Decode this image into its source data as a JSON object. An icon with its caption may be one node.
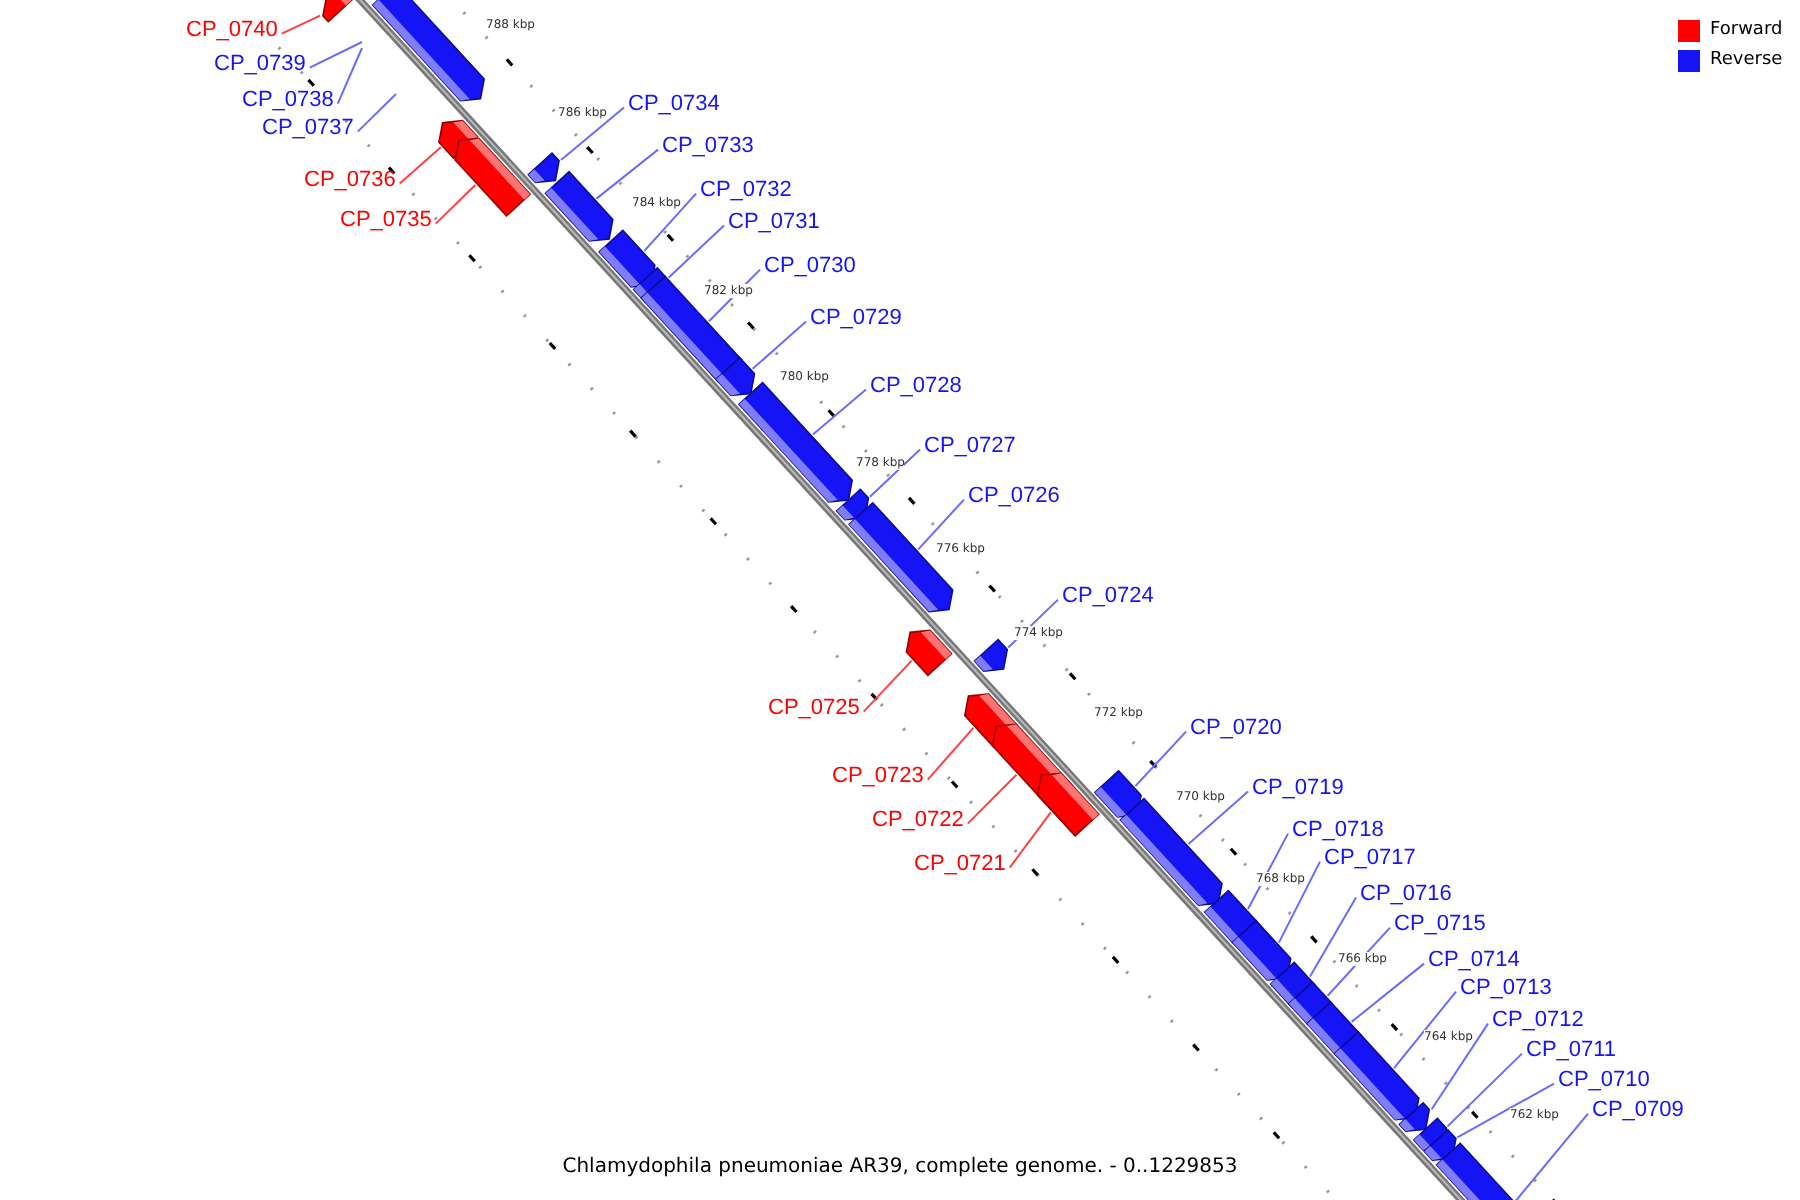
{
  "diagram": {
    "caption": "Chlamydophila pneumoniae AR39, complete genome. - 0..1229853",
    "nodes": [
      {
        "text": [
          "CP_0740"
        ]
      },
      {
        "text": [],
        "shape": "bar"
      },
      {
        "text": [
          "CP_0739"
        ]
      },
      {
        "text": [
          "CP_0738"
        ]
      },
      {
        "text": [
          "CP_0737"
        ]
      },
      {
        "text": [],
        "shape": "bar"
      },
      {
        "text": [
          "CP_0736"
        ]
      },
      {
        "text": [],
        "shape": "bar"
      },
      {
        "text": [
          "CP_0735"
        ]
      },
      {
        "text": [],
        "shape": "bar"
      },
      {
        "text": [
          "CP_0734"
        ]
      },
      {
        "text": [],
        "shape": "bar"
      },
      {
        "text": [
          "CP_0733"
        ]
      },
      {
        "text": [],
        "shape": "bar"
      },
      {
        "text": [
          "CP_0732"
        ]
      },
      {
        "text": [],
        "shape": "bar"
      },
      {
        "text": [
          "CP_0731"
        ]
      },
      {
        "text": [],
        "shape": "bar"
      },
      {
        "text": [
          "CP_0730"
        ]
      },
      {
        "text": [],
        "shape": "bar"
      },
      {
        "text": [
          "CP_0729"
        ]
      },
      {
        "text": [],
        "shape": "bar"
      },
      {
        "text": [
          "CP_0728"
        ]
      },
      {
        "text": [],
        "shape": "bar"
      },
      {
        "text": [
          "CP_0727"
        ]
      },
      {
        "text": [],
        "shape": "bar"
      },
      {
        "text": [
          "CP_0726"
        ]
      },
      {
        "text": [],
        "shape": "bar"
      },
      {
        "text": [
          "CP_0724"
        ]
      },
      {
        "text": [],
        "shape": "bar"
      },
      {
        "text": [
          "CP_0725"
        ]
      },
      {
        "text": [],
        "shape": "bar"
      },
      {
        "text": [
          "CP_0723"
        ]
      },
      {
        "text": [],
        "shape": "bar"
      },
      {
        "text": [
          "CP_0722"
        ]
      },
      {
        "text": [],
        "shape": "bar"
      },
      {
        "text": [
          "CP_0721"
        ]
      },
      {
        "text": [],
        "shape": "bar"
      },
      {
        "text": [
          "CP_0720"
        ]
      },
      {
        "text": [],
        "shape": "bar"
      },
      {
        "text": [
          "CP_0719"
        ]
      },
      {
        "text": [],
        "shape": "bar"
      },
      {
        "text": [
          "CP_0718"
        ]
      },
      {
        "text": [],
        "shape": "bar"
      },
      {
        "text": [
          "CP_0717"
        ]
      },
      {
        "text": [],
        "shape": "bar"
      },
      {
        "text": [
          "CP_0716"
        ]
      },
      {
        "text": [],
        "shape": "bar"
      },
      {
        "text": [
          "CP_0715"
        ]
      },
      {
        "text": [],
        "shape": "bar"
      },
      {
        "text": [
          "CP_0714"
        ]
      },
      {
        "text": [],
        "shape": "bar"
      },
      {
        "text": [
          "CP_0713"
        ]
      },
      {
        "text": [],
        "shape": "bar"
      },
      {
        "text": [
          "CP_0712"
        ]
      },
      {
        "text": [],
        "shape": "bar"
      },
      {
        "text": [
          "CP_0711"
        ]
      },
      {
        "text": [],
        "shape": "bar"
      },
      {
        "text": [
          "CP_0710"
        ]
      },
      {
        "text": [],
        "shape": "bar"
      },
      {
        "text": [
          "CP_0709"
        ]
      },
      {
        "text": [],
        "shape": "bar"
      }
    ],
    "edges": [
      {
        "from": 0,
        "to": 1,
        "arrow": "none",
        "color": "#ff4040"
      },
      {
        "from": 2,
        "to": null,
        "arrow": "none"
      },
      {
        "from": 3,
        "to": null,
        "arrow": "none"
      },
      {
        "from": 4,
        "to": null,
        "arrow": "none"
      },
      {
        "from": 6,
        "to": 7,
        "arrow": "none",
        "color": "#ff4040"
      },
      {
        "from": 8,
        "to": 9,
        "arrow": "none",
        "color": "#ff4040"
      },
      {
        "from": 10,
        "to": 11,
        "arrow": "none"
      },
      {
        "from": 12,
        "to": 13,
        "arrow": "none"
      },
      {
        "from": 14,
        "to": 15,
        "arrow": "none"
      },
      {
        "from": 16,
        "to": 17,
        "arrow": "none"
      },
      {
        "from": 18,
        "to": 19,
        "arrow": "none"
      },
      {
        "from": 20,
        "to": 21,
        "arrow": "none"
      },
      {
        "from": 22,
        "to": 23,
        "arrow": "none"
      },
      {
        "from": 24,
        "to": 25,
        "arrow": "none"
      },
      {
        "from": 26,
        "to": 27,
        "arrow": "none"
      },
      {
        "from": 28,
        "to": 29,
        "arrow": "none"
      },
      {
        "from": 30,
        "to": 31,
        "arrow": "none",
        "color": "#ff4040"
      },
      {
        "from": 32,
        "to": 33,
        "arrow": "none",
        "color": "#ff4040"
      },
      {
        "from": 34,
        "to": 35,
        "arrow": "none",
        "color": "#ff4040"
      },
      {
        "from": 36,
        "to": 37,
        "arrow": "none",
        "color": "#ff4040"
      },
      {
        "from": 38,
        "to": 39,
        "arrow": "none"
      },
      {
        "from": 40,
        "to": 41,
        "arrow": "none"
      },
      {
        "from": 42,
        "to": 43,
        "arrow": "none"
      },
      {
        "from": 44,
        "to": 45,
        "arrow": "none"
      },
      {
        "from": 46,
        "to": 47,
        "arrow": "none"
      },
      {
        "from": 48,
        "to": 49,
        "arrow": "none"
      },
      {
        "from": 50,
        "to": 51,
        "arrow": "none"
      },
      {
        "from": 52,
        "to": 53,
        "arrow": "none"
      },
      {
        "from": 54,
        "to": 55,
        "arrow": "none"
      },
      {
        "from": 56,
        "to": 57,
        "arrow": "none"
      },
      {
        "from": 58,
        "to": 59,
        "arrow": "none"
      },
      {
        "from": 60,
        "to": 61,
        "arrow": "none"
      }
    ],
    "labels": [
      "788 kbp",
      "786 kbp",
      "784 kbp",
      "782 kbp",
      "780 kbp",
      "778 kbp",
      "776 kbp",
      "774 kbp",
      "772 kbp",
      "770 kbp",
      "768 kbp",
      "766 kbp",
      "764 kbp",
      "762 kbp"
    ],
    "legend": [
      {
        "text": "Forward",
        "color": "#ff0000"
      },
      {
        "text": "Reverse",
        "color": "#1414f5"
      }
    ]
  }
}
